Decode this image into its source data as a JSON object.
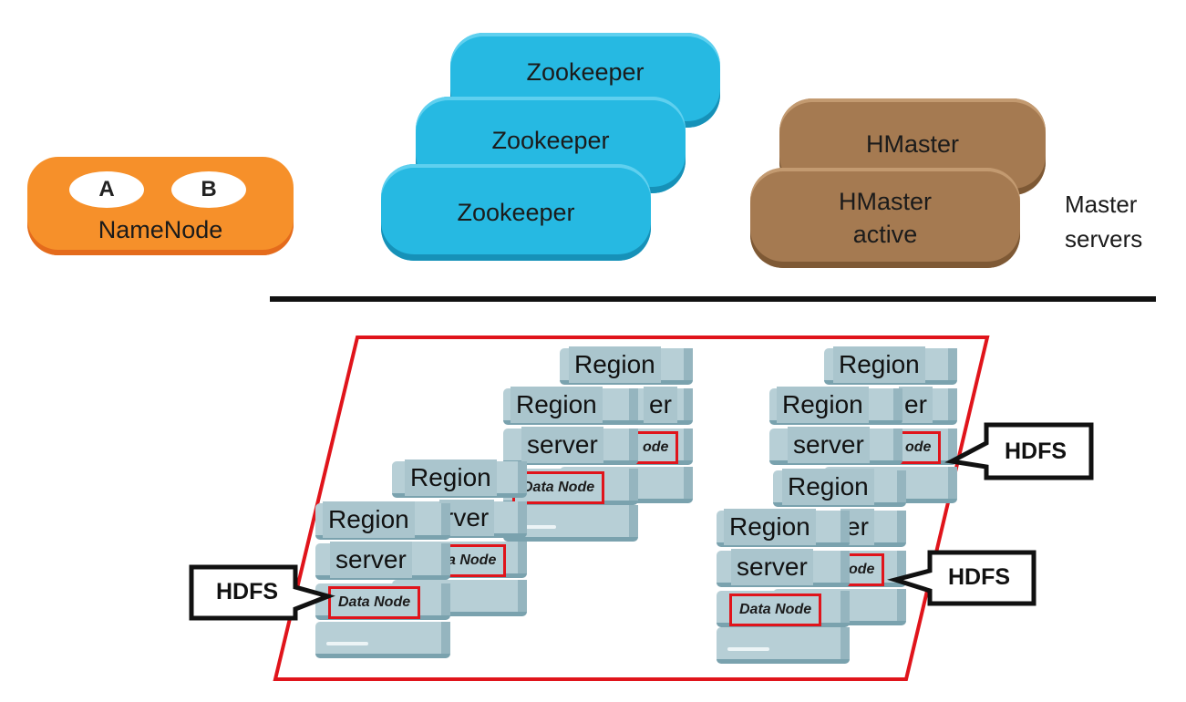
{
  "top": {
    "namenode": {
      "label": "NameNode",
      "slots": [
        "A",
        "B"
      ]
    },
    "zookeepers": [
      "Zookeeper",
      "Zookeeper",
      "Zookeeper"
    ],
    "hmasters": {
      "back": "HMaster",
      "front_line1": "HMaster",
      "front_line2": "active"
    },
    "master_servers": {
      "line1": "Master",
      "line2": "servers"
    }
  },
  "cluster": {
    "region": "Region",
    "server": "server",
    "server_partial": "er",
    "server_partial_b": "rver",
    "data_node": "Data Node",
    "data_node_partial": "ode",
    "data_node_partial_b": "a Node",
    "hdfs": "HDFS"
  },
  "colors": {
    "zookeeper": "#26b9e2",
    "hmaster": "#a57a51",
    "namenode": "#f6902a",
    "region_border": "#e0141b",
    "server": "#b7cfd6"
  }
}
